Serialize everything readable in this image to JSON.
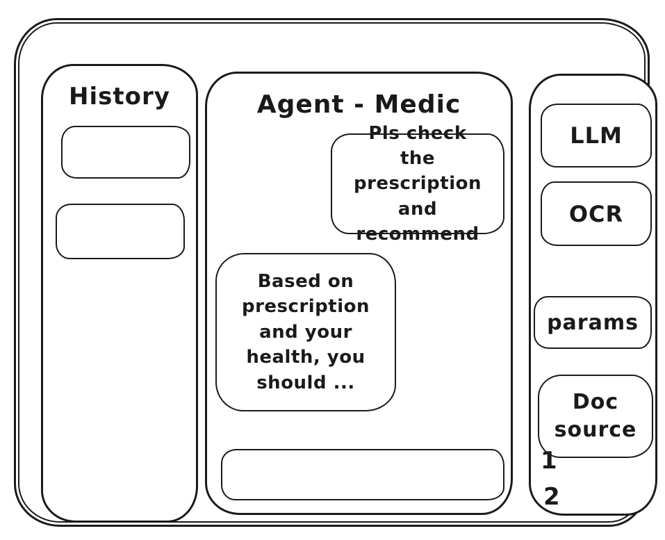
{
  "history_panel": {
    "title": "History",
    "items": [
      {
        "label": ""
      },
      {
        "label": ""
      }
    ]
  },
  "chat_panel": {
    "title": "Agent - Medic",
    "messages": [
      {
        "role": "user",
        "text": "Pls check the prescription and recommend"
      },
      {
        "role": "assistant",
        "text": "Based on prescription and your health, you should ..."
      }
    ],
    "input": {
      "value": "",
      "placeholder": ""
    }
  },
  "tools_panel": {
    "buttons": [
      {
        "id": "llm",
        "label": "LLM"
      },
      {
        "id": "ocr",
        "label": "OCR"
      },
      {
        "id": "params",
        "label": "params"
      },
      {
        "id": "doc-source",
        "label": "Doc source"
      }
    ],
    "doc_source_items": [
      "1",
      "2"
    ]
  },
  "colors": {
    "stroke": "#1a1a1a",
    "background": "#ffffff"
  }
}
